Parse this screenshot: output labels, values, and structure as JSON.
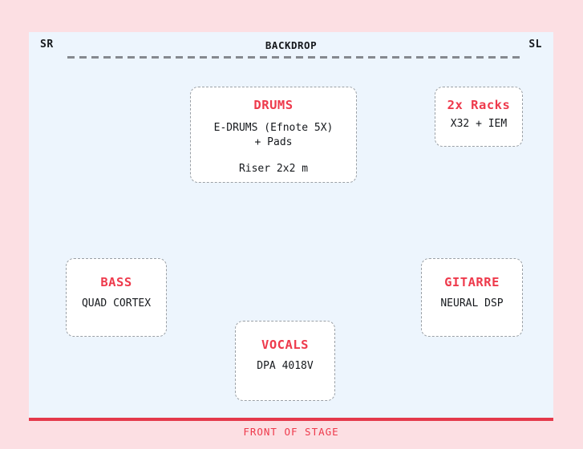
{
  "stage_plot": {
    "corner_labels": {
      "stage_right": "SR",
      "stage_left": "SL"
    },
    "backdrop_label": "BACKDROP",
    "front_label": "FRONT OF STAGE",
    "boxes": [
      {
        "id": "drums",
        "title": "DRUMS",
        "lines": [
          "E-DRUMS (Efnote 5X)",
          "+ Pads",
          "Riser 2x2 m"
        ]
      },
      {
        "id": "racks",
        "title": "2x Racks",
        "lines": [
          "X32 + IEM"
        ]
      },
      {
        "id": "bass",
        "title": "BASS",
        "lines": [
          "QUAD CORTEX"
        ]
      },
      {
        "id": "gitarre",
        "title": "GITARRE",
        "lines": [
          "NEURAL DSP"
        ]
      },
      {
        "id": "vocals",
        "title": "VOCALS",
        "lines": [
          "DPA 4018V"
        ]
      }
    ],
    "colors": {
      "page_background": "#fcdfe3",
      "stage_background": "#edf5fd",
      "accent_red": "#ee3a4c",
      "front_line_red": "#e4384b",
      "backdrop_dash_gray": "#85898f",
      "box_border_gray": "#9aa0a6",
      "text_black": "#16191d"
    }
  }
}
